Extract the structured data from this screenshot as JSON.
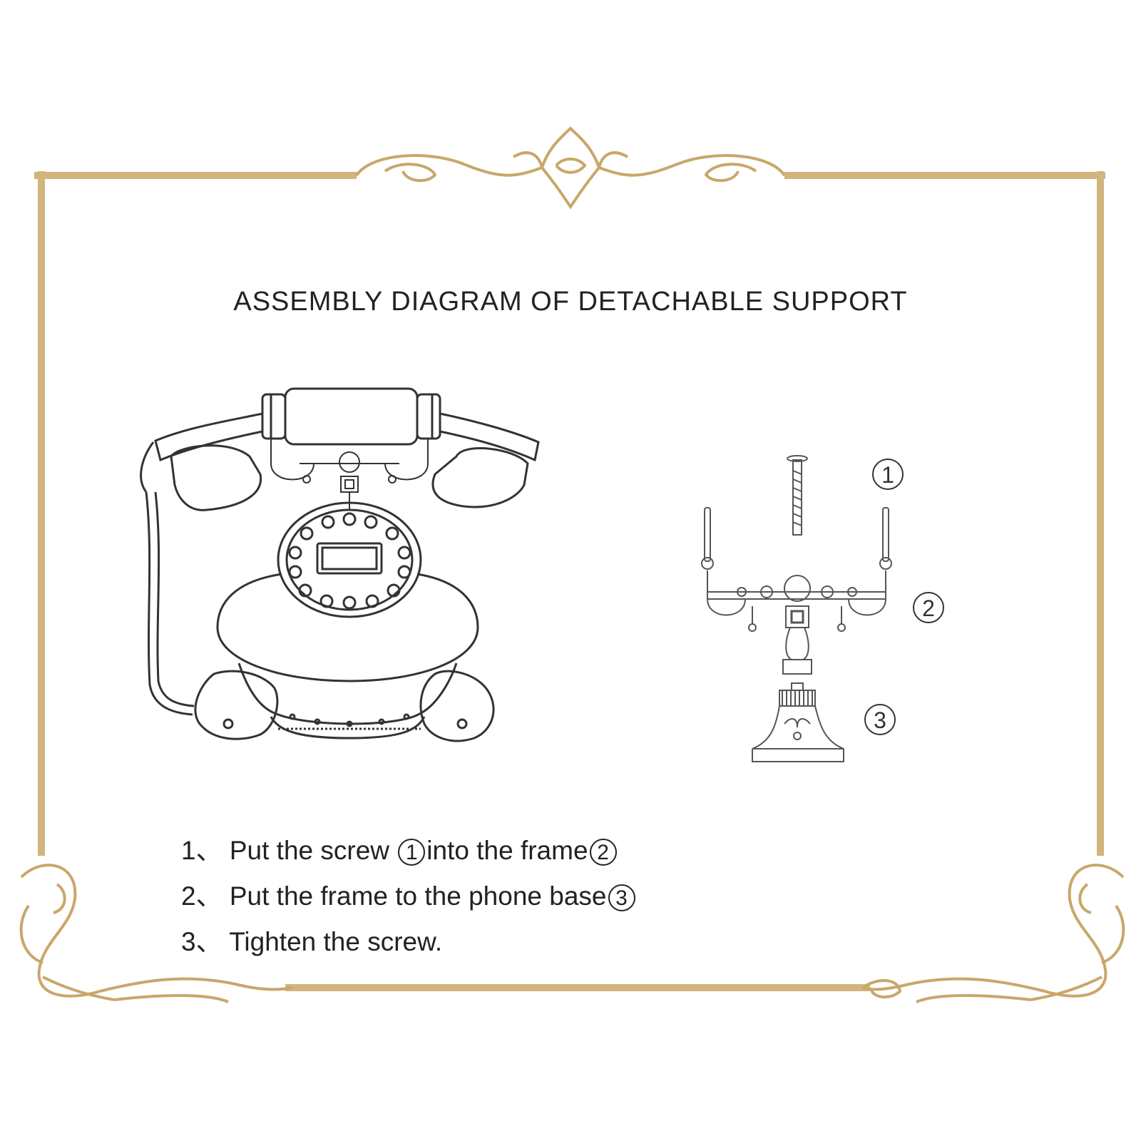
{
  "title": "ASSEMBLY DIAGRAM OF DETACHABLE SUPPORT",
  "parts": {
    "screw": "1",
    "frame": "2",
    "base": "3"
  },
  "steps": [
    {
      "num": "1、",
      "text_a": "Put the screw ",
      "ref_a": "1",
      "text_b": "into the frame",
      "ref_b": "2"
    },
    {
      "num": "2、",
      "text_a": "Put the frame to the phone base",
      "ref_a": "3"
    },
    {
      "num": "3、",
      "text_a": "Tighten the screw."
    }
  ],
  "colors": {
    "gold": "#c9a76a",
    "gold_light": "#ddc48f",
    "line": "#333333"
  }
}
